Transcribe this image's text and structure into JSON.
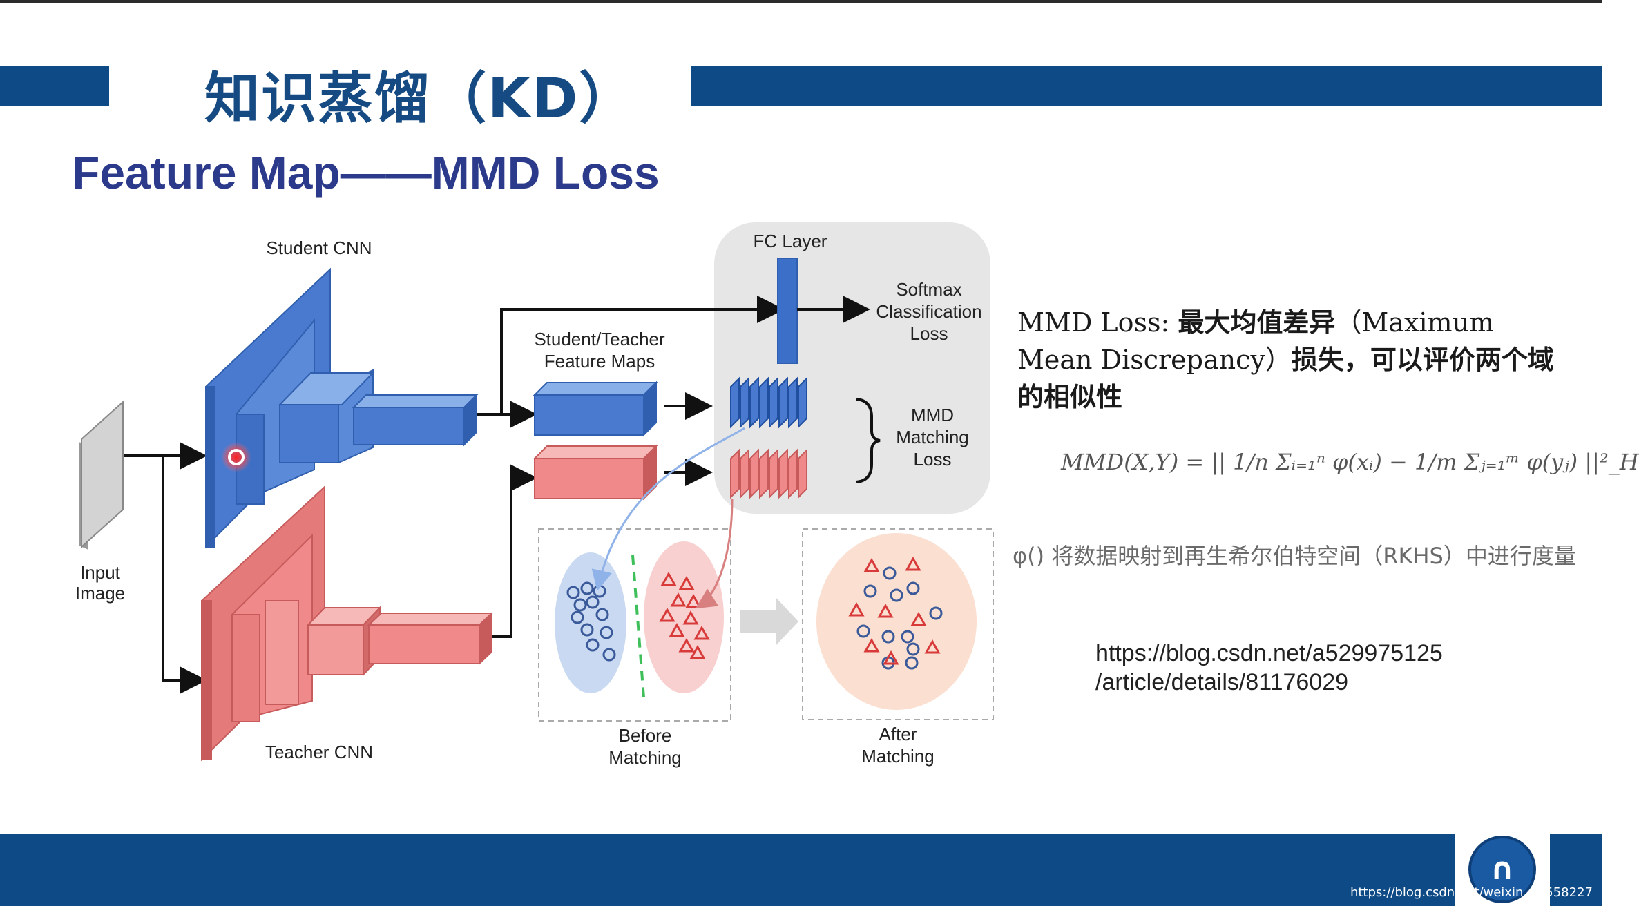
{
  "slide": {
    "title": "知识蒸馏（KD）",
    "subtitle": "Feature Map——MMD Loss"
  },
  "diagram": {
    "student_cnn": "Student CNN",
    "teacher_cnn": "Teacher CNN",
    "input_image": [
      "Input",
      "Image"
    ],
    "feature_maps": [
      "Student/Teacher",
      "Feature Maps"
    ],
    "fc_layer": "FC Layer",
    "softmax_loss": [
      "Softmax",
      "Classification",
      "Loss"
    ],
    "mmd_matching_loss": [
      "MMD",
      "Matching",
      "Loss"
    ],
    "before_matching": [
      "Before",
      "Matching"
    ],
    "after_matching": [
      "After",
      "Matching"
    ],
    "colors": {
      "student": "#4a7fd0",
      "teacher": "#ee8a8a",
      "student_dark": "#2f5fae",
      "teacher_dark": "#c75a5a"
    }
  },
  "explanation": {
    "mmd_prefix": "MMD Loss: ",
    "mmd_cn_1": "最大均值差异",
    "mmd_en": "（Maximum Mean Discrepancy）",
    "mmd_cn_2": "损失，可以评价两个域的相似性",
    "formula": "MMD(X,Y) = || 1/n Σᵢ₌₁ⁿ φ(xᵢ) − 1/m Σⱼ₌₁ᵐ φ(yⱼ) ||²_H",
    "phi_desc": "φ() 将数据映射到再生希尔伯特空间（RKHS）中进行度量",
    "url_line1": "https://blog.csdn.net/a529975125",
    "url_line2": "/article/details/81176029"
  },
  "footer": {
    "watermark": "https://blog.csdn.net/weixin_39558227"
  }
}
